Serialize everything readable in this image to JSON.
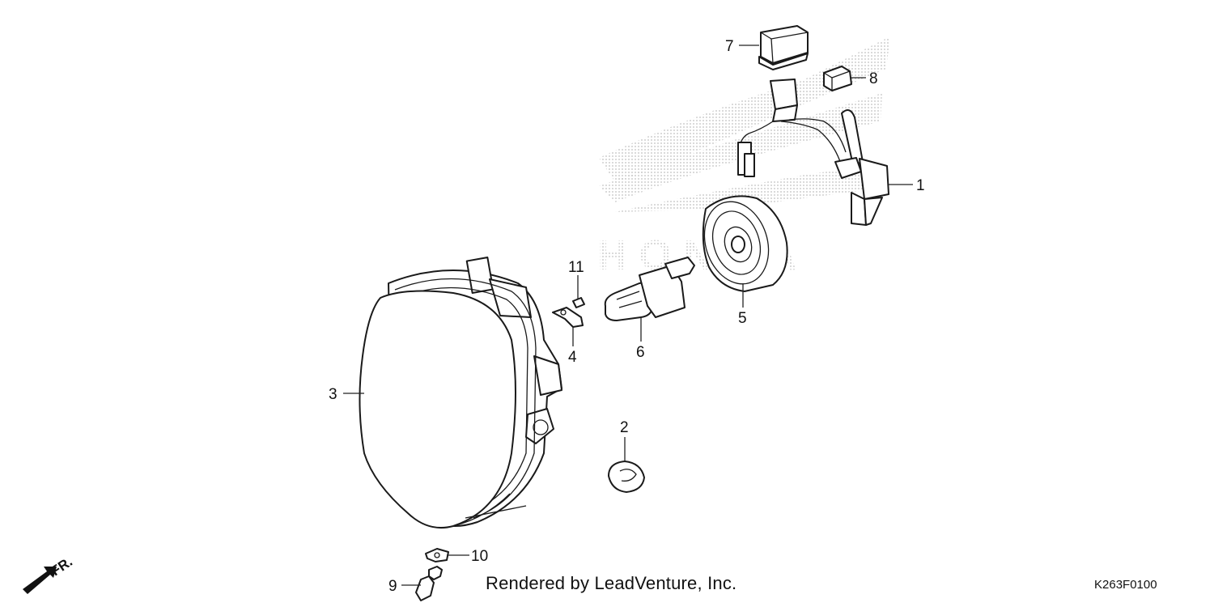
{
  "callouts": {
    "c1": "1",
    "c2": "2",
    "c3": "3",
    "c4": "4",
    "c5": "5",
    "c6": "6",
    "c7": "7",
    "c8": "8",
    "c9": "9",
    "c10": "10",
    "c11": "11"
  },
  "direction_label": "FR.",
  "credit": "Rendered by LeadVenture, Inc.",
  "figure_code": "K263F0100",
  "watermark_text": "HONDA",
  "colors": {
    "line": "#1a1a1a",
    "watermark": "#c8c8c8",
    "background": "#ffffff"
  }
}
